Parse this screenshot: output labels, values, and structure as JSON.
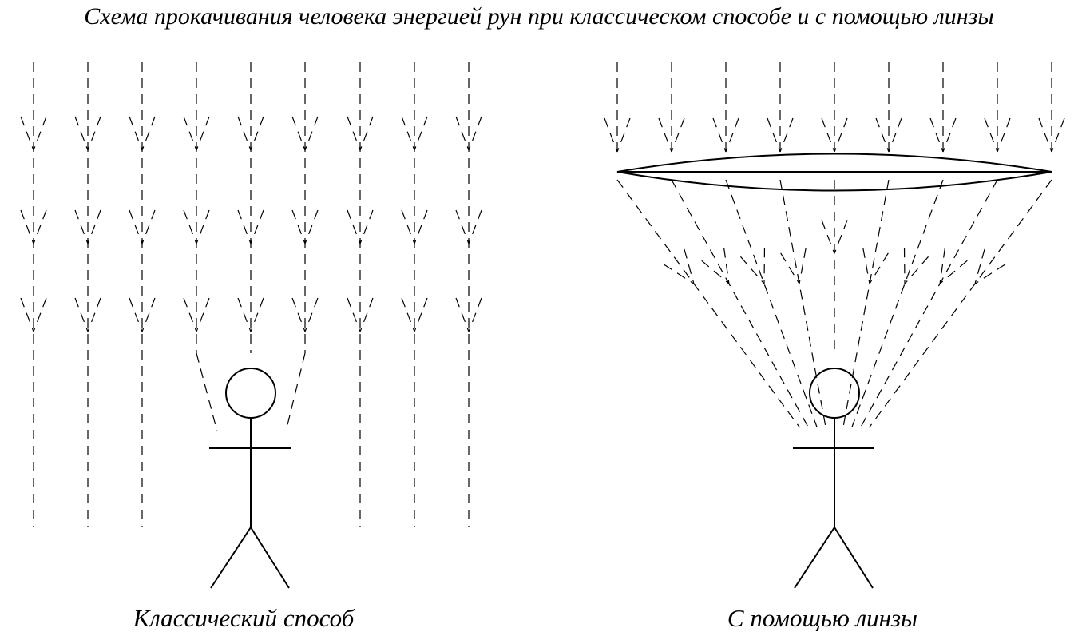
{
  "title": "Схема прокачивания человека энергией рун при классическом способе и с помощью линзы",
  "left_panel": {
    "caption": "Классический способ"
  },
  "right_panel": {
    "caption": "С помощью линзы"
  },
  "colors": {
    "ink": "#000000",
    "background": "#ffffff"
  }
}
